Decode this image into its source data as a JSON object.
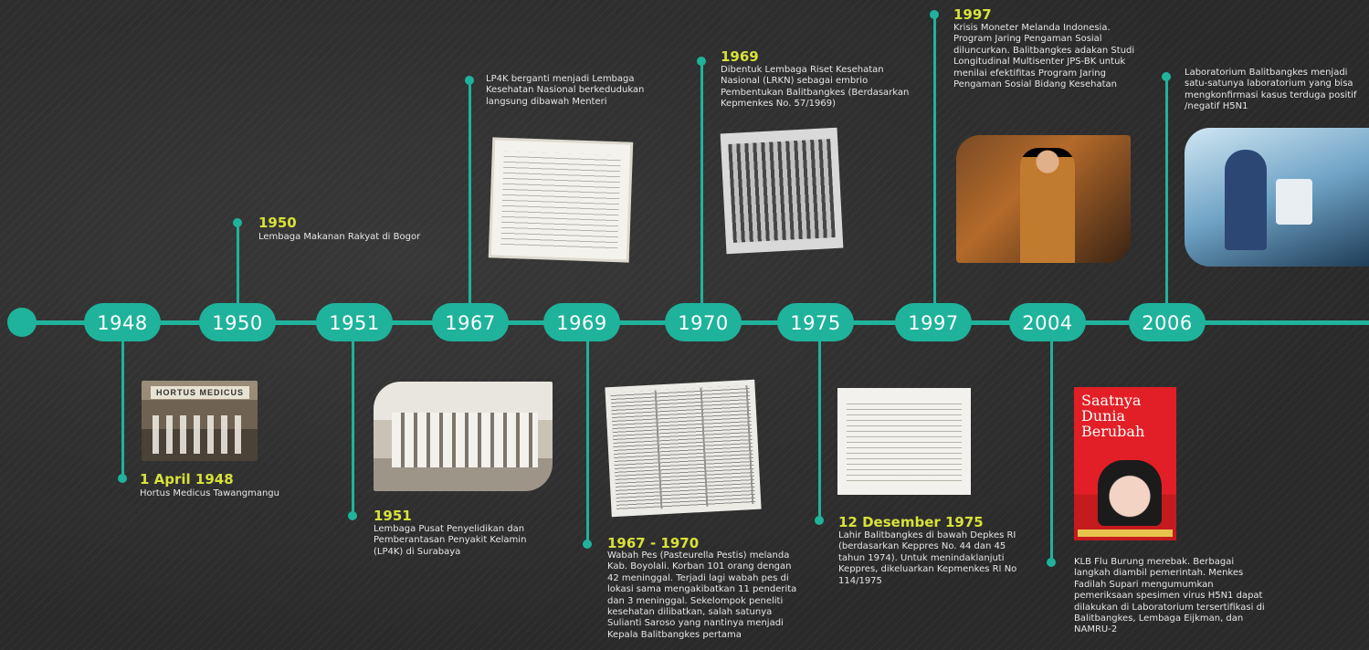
{
  "timeline": {
    "axis_color": "#1fb39b",
    "date_color": "#d8e23a",
    "years": [
      "1948",
      "1950",
      "1951",
      "1967",
      "1969",
      "1970",
      "1975",
      "1997",
      "2004",
      "2006"
    ],
    "events": [
      {
        "date": "1 April 1948",
        "text": "Hortus Medicus Tawangmangu"
      },
      {
        "date": "1950",
        "text": "Lembaga Makanan Rakyat di Bogor"
      },
      {
        "date": "1951",
        "text": "Lembaga Pusat Penyelidikan dan Pemberantasan Penyakit Kelamin (LP4K) di Surabaya"
      },
      {
        "date": "",
        "text": "LP4K berganti menjadi Lembaga Kesehatan Nasional berkedudukan langsung dibawah Menteri"
      },
      {
        "date": "1967 - 1970",
        "text": "Wabah Pes (Pasteurella Pestis) melanda Kab. Boyolali. Korban 101 orang dengan 42 meninggal.  Terjadi lagi wabah pes di lokasi sama mengakibatkan 11 penderita dan 3 meninggal. Sekelompok peneliti kesehatan dilibatkan, salah satunya Sulianti Saroso yang nantinya menjadi Kepala Balitbangkes pertama"
      },
      {
        "date": "1969",
        "text": "Dibentuk Lembaga Riset Kesehatan Nasional (LRKN) sebagai embrio Pembentukan Balitbangkes (Berdasarkan Kepmenkes No. 57/1969)"
      },
      {
        "date": "12 Desember 1975",
        "text": "Lahir Balitbangkes di bawah Depkes RI (berdasarkan Keppres No. 44 dan 45 tahun 1974). Untuk menindaklanjuti Keppres, dikeluarkan Kepmenkes RI No 114/1975"
      },
      {
        "date": "1997",
        "text": "Krisis Moneter Melanda Indonesia. Program Jaring Pengaman Sosial diluncurkan. Balitbangkes  adakan Studi Longitudinal Multisenter JPS-BK untuk menilai efektifitas Program Jaring Pengaman Sosial Bidang Kesehatan"
      },
      {
        "date": "",
        "text": "KLB Flu Burung merebak. Berbagai langkah diambil pemerintah. Menkes Fadilah Supari mengumumkan pemeriksaan spesimen virus H5N1 dapat dilakukan di Laboratorium tersertifikasi di Balitbangkes, Lembaga Eijkman, dan NAMRU-2"
      },
      {
        "date": "",
        "text": "Laboratorium Balitbangkes menjadi satu-satunya laboratorium yang bisa mengkonfirmasi kasus terduga positif /negatif H5N1"
      }
    ],
    "photos": {
      "hortus_sign": "HORTUS MEDICUS",
      "book_title": "Saatnya Dunia Berubah"
    }
  }
}
